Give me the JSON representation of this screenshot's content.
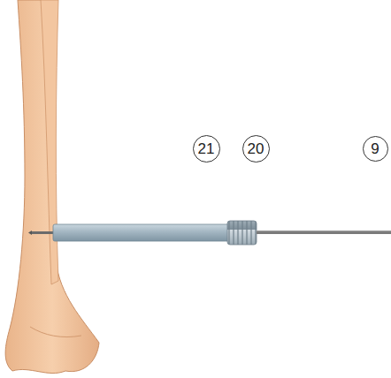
{
  "diagram": {
    "nodes": [
      {
        "text": [
          "21"
        ]
      },
      {
        "text": [
          "20"
        ]
      },
      {
        "text": [
          "9"
        ]
      }
    ]
  }
}
